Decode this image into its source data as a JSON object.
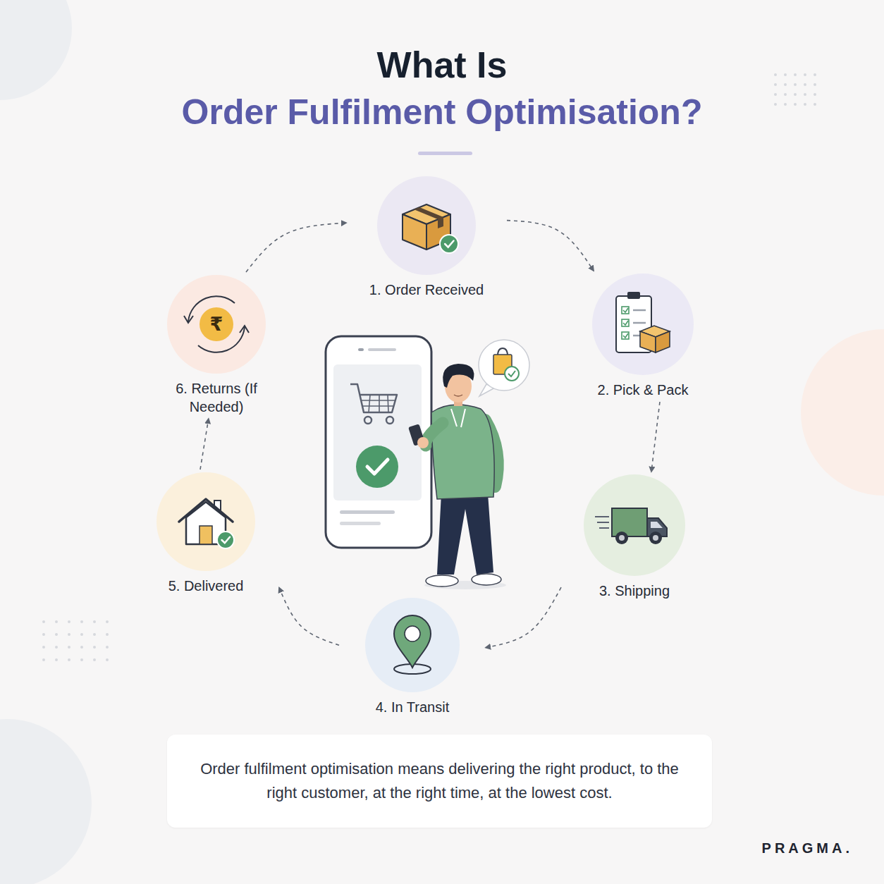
{
  "diagram": {
    "title": "What Is",
    "caption": "Order fulfilment optimisation means delivering the right product, to the right customer, at the right time, at the lowest cost.",
    "nodes": [
      {
        "text": [
          "1. Order Received"
        ]
      },
      {
        "text": [
          "2. Pick & Pack"
        ]
      },
      {
        "text": [
          "3. Shipping"
        ]
      },
      {
        "text": [
          "4. In Transit"
        ]
      },
      {
        "text": [
          "5. Delivered"
        ]
      },
      {
        "text": [
          "6. Returns (If Needed)"
        ]
      }
    ],
    "edges": [
      {
        "from": 0,
        "to": 1,
        "arrow": "to"
      },
      {
        "from": 1,
        "to": 2,
        "arrow": "to"
      },
      {
        "from": 2,
        "to": 3,
        "arrow": "to"
      },
      {
        "from": 3,
        "to": 4,
        "arrow": "to"
      },
      {
        "from": 4,
        "to": 5,
        "arrow": "to"
      },
      {
        "from": 5,
        "to": 0,
        "arrow": "to"
      }
    ],
    "labels": [
      "Order Fulfilment Optimisation?",
      "₹",
      "PRAGMA."
    ]
  }
}
